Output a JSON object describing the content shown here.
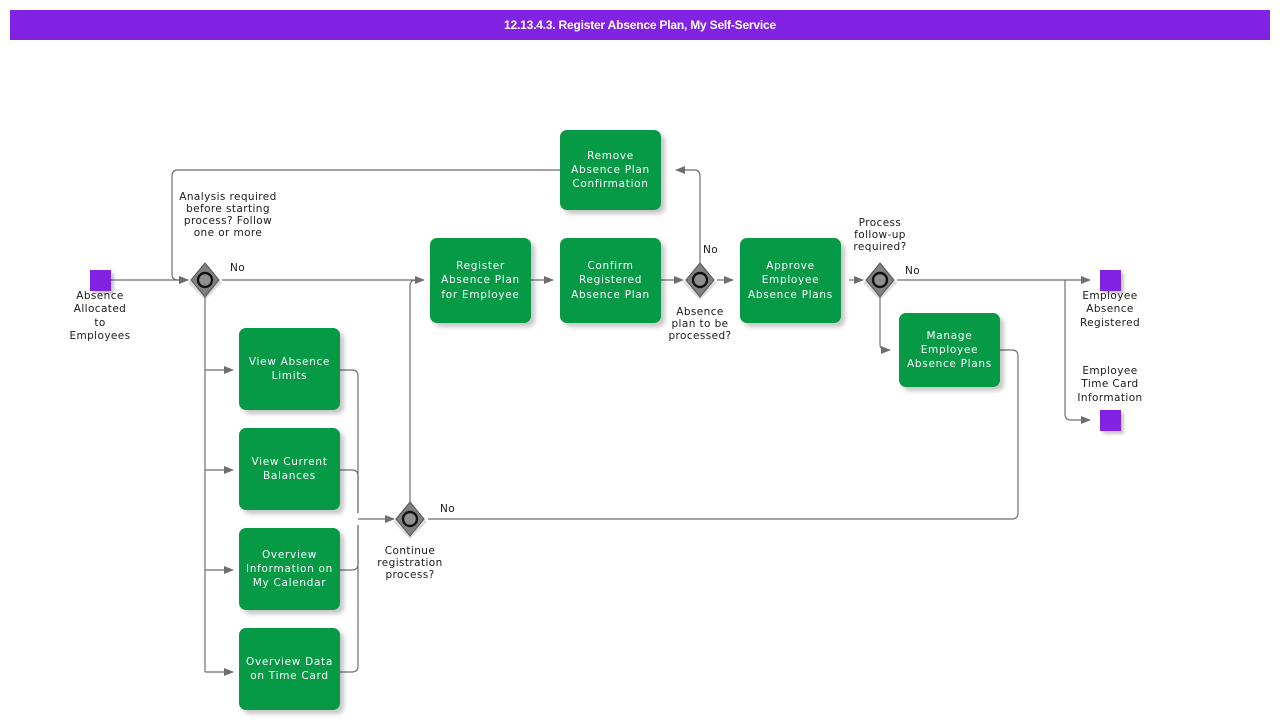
{
  "header": {
    "title": "12.13.4.3. Register Absence Plan, My Self-Service",
    "background": "#8222e3",
    "text_color": "#ffffff"
  },
  "colors": {
    "task_fill": "#069A46",
    "task_text": "#ffffff",
    "terminator_fill": "#8222e3",
    "gateway_fill": "#808080",
    "gateway_ring": "#1a1a1a",
    "connector": "#6e6e6e",
    "label_text": "#1a1a1a"
  },
  "diagram": {
    "type": "bpmn-flowchart",
    "start_events": [
      {
        "id": "start1",
        "label": "Absence\nAllocated\nto\nEmployees",
        "shape": "terminator"
      }
    ],
    "end_events": [
      {
        "id": "end1",
        "label": "Employee\nAbsence\nRegistered",
        "shape": "terminator"
      },
      {
        "id": "end2",
        "label": "Employee\nTime Card\nInformation",
        "shape": "terminator"
      }
    ],
    "gateways": [
      {
        "id": "gw1",
        "label": "Analysis required\nbefore starting\nprocess? Follow\none or more",
        "branch_label": "No"
      },
      {
        "id": "gw2",
        "label": "Absence\nplan to be\nprocessed?",
        "branch_label": "No"
      },
      {
        "id": "gw3",
        "label": "Process\nfollow-up\nrequired?",
        "branch_label": "No"
      },
      {
        "id": "gw4",
        "label": "Continue\nregistration\nprocess?",
        "branch_label": "No"
      }
    ],
    "tasks": [
      {
        "id": "t_remove",
        "label": "Remove\nAbsence Plan\nConfirmation"
      },
      {
        "id": "t_register",
        "label": "Register\nAbsence Plan\nfor Employee"
      },
      {
        "id": "t_confirm",
        "label": "Confirm\nRegistered\nAbsence Plan"
      },
      {
        "id": "t_approve",
        "label": "Approve\nEmployee\nAbsence Plans"
      },
      {
        "id": "t_manage",
        "label": "Manage\nEmployee\nAbsence Plans"
      },
      {
        "id": "t_limits",
        "label": "View Absence\nLimits"
      },
      {
        "id": "t_balances",
        "label": "View Current\nBalances"
      },
      {
        "id": "t_calendar",
        "label": "Overview\nInformation on\nMy Calendar"
      },
      {
        "id": "t_timecard",
        "label": "Overview Data\non Time Card"
      }
    ]
  }
}
